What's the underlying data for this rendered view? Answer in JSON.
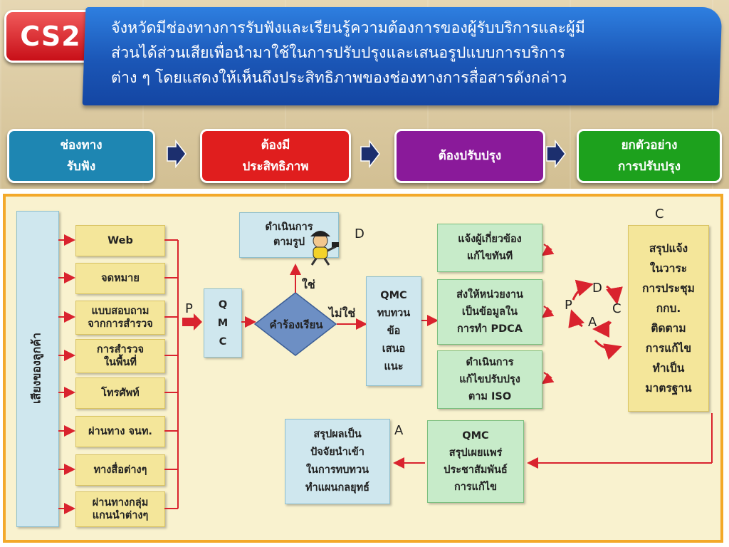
{
  "badge": "CS2",
  "header": {
    "text": "จังหวัดมีช่องทางการรับฟังและเรียนรู้ความต้องการของผู้รับบริการและผู้มีส่วนได้ส่วนเสียเพื่อนำมาใช้ในการปรับปรุงและเสนอรูปแบบการบริการต่าง ๆ โดยแสดงให้เห็นถึงประสิทธิภาพของช่องทางการสื่อสารดังกล่าว",
    "lines": [
      "จังหวัดมีช่องทางการรับฟังและเรียนรู้ความต้องการของผู้รับบริการและผู้มี",
      "ส่วนได้ส่วนเสียเพื่อนำมาใช้ในการปรับปรุงและเสนอรูปแบบการบริการ",
      "ต่าง ๆ โดยแสดงให้เห็นถึงประสิทธิภาพของช่องทางการสื่อสารดังกล่าว"
    ]
  },
  "flow": [
    {
      "text": "ช่องทาง\nรับฟัง",
      "color": "#1e86b2"
    },
    {
      "text": "ต้องมี\nประสิทธิภาพ",
      "color": "#e01e1e"
    },
    {
      "text": "ต้องปรับปรุง",
      "color": "#8a1a9a"
    },
    {
      "text": "ยกตัวอย่าง\nการปรับปรุง",
      "color": "#1da11d"
    }
  ],
  "diagram": {
    "customer_voice": "เสียงของลูกค้า",
    "channels": [
      "Web",
      "จดหมาย",
      "แบบสอบถาม\nจากการสำรวจ",
      "การสำรวจ\nในพื้นที่",
      "โทรศัพท์",
      "ผ่านทาง จนท.",
      "ทางสื่อต่างๆ",
      "ผ่านทางกลุ่ม\nแกนนำต่างๆ"
    ],
    "p_label": "P",
    "qmc_box": "Q\nM\nC",
    "decision": "คำร้องเรียน",
    "yes_label": "ใช่",
    "no_label": "ไม่ใช่",
    "do_box": "ดำเนินการ\nตามรูป",
    "d_label": "D",
    "qmc_review": "QMC\nทบทวน\nข้อ\nเสนอ\nแนะ",
    "actions": [
      "แจ้งผู้เกี่ยวข้อง\nแก้ไขทันที",
      "ส่งให้หน่วยงาน\nเป็นข้อมูลใน\nการทำ PDCA",
      "ดำเนินการ\nแก้ไขปรับปรุง\nตาม ISO"
    ],
    "pdca": {
      "p": "P",
      "d": "D",
      "c": "C",
      "a": "A"
    },
    "c_label": "C",
    "summary_box": "สรุปแจ้ง\nในวาระ\nการประชุม\nกกบ.\nติดตาม\nการแก้ไข\nทำเป็น\nมาตรฐาน",
    "qmc_publish": "QMC\nสรุปเผยแพร่\nประชาสัมพันธ์\nการแก้ไข",
    "a_label": "A",
    "final_box": "สรุปผลเป็น\nปัจจัยนำเข้า\nในการทบทวน\nทำแผนกลยุทธ์"
  }
}
